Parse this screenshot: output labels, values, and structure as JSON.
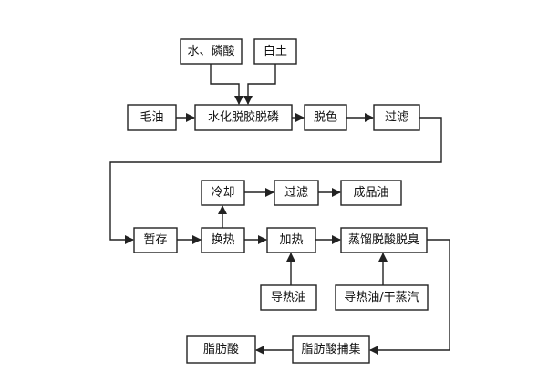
{
  "diagram": {
    "nodes": {
      "water_phosphoric_acid": "水、磷酸",
      "white_clay": "白土",
      "crude_oil": "毛油",
      "hydration_degum_dephos": "水化脱胶脱磷",
      "decolorize": "脱色",
      "filter_1": "过滤",
      "temp_storage": "暂存",
      "heat_exchange": "换热",
      "cooling": "冷却",
      "filter_2": "过滤",
      "finished_oil": "成品油",
      "heating": "加热",
      "steam_deacid_deodor": "蒸馏脱酸脱臭",
      "heat_transfer_oil_1": "导热油",
      "heat_transfer_oil_steam": "导热油/干蒸汽",
      "fatty_acid_capture": "脂肪酸捕集",
      "fatty_acid": "脂肪酸"
    },
    "colors": {
      "stroke": "#222222",
      "text": "#111111",
      "background": "#ffffff"
    }
  }
}
